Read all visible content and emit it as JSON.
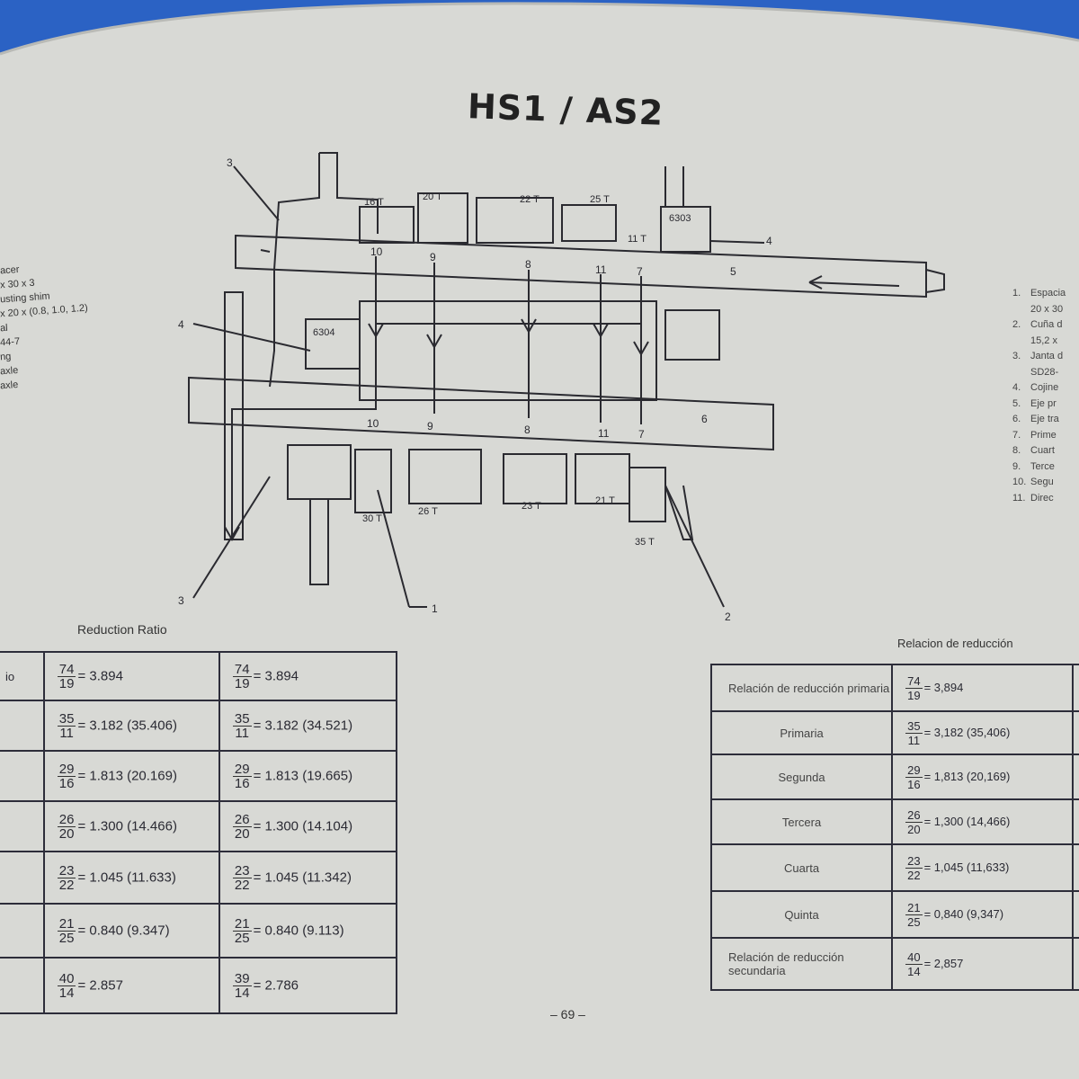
{
  "page": {
    "title": "HS1 / AS2",
    "page_number": "– 69 –"
  },
  "diagram": {
    "callouts": [
      "1",
      "2",
      "3",
      "3",
      "4",
      "4",
      "5",
      "6"
    ],
    "upper_shaft_numbers": [
      "10",
      "9",
      "8",
      "11",
      "7"
    ],
    "lower_shaft_numbers": [
      "10",
      "9",
      "8",
      "11",
      "7"
    ],
    "bearings": [
      "6303",
      "6304"
    ],
    "gear_teeth_top": [
      "16 T",
      "20 T",
      "22 T",
      "25 T",
      "11 T"
    ],
    "gear_teeth_bottom": [
      "30 T",
      "26 T",
      "23 T",
      "21 T",
      "35 T"
    ]
  },
  "left_legend": [
    "acer",
    "x 30 x 3",
    "usting shim",
    "x 20 x (0.8, 1.0, 1.2)",
    "al",
    "44-7",
    "ng",
    "axle",
    "axle"
  ],
  "right_legend": [
    {
      "num": "1.",
      "text": "Espacia"
    },
    {
      "num": "",
      "text": "20 x 30"
    },
    {
      "num": "2.",
      "text": "Cuña d"
    },
    {
      "num": "",
      "text": "15,2 x"
    },
    {
      "num": "3.",
      "text": "Janta d"
    },
    {
      "num": "",
      "text": "SD28-"
    },
    {
      "num": "4.",
      "text": "Cojine"
    },
    {
      "num": "5.",
      "text": "Eje pr"
    },
    {
      "num": "6.",
      "text": "Eje tra"
    },
    {
      "num": "7.",
      "text": "Prime"
    },
    {
      "num": "8.",
      "text": "Cuart"
    },
    {
      "num": "9.",
      "text": "Terce"
    },
    {
      "num": "10.",
      "text": "Segu"
    },
    {
      "num": "11.",
      "text": "Direc"
    }
  ],
  "reduction_en": {
    "caption": "Reduction Ratio",
    "rows": [
      {
        "label": "io",
        "a_n": "74",
        "a_d": "19",
        "a_v": "= 3.894",
        "b_n": "74",
        "b_d": "19",
        "b_v": "= 3.894"
      },
      {
        "label": "",
        "a_n": "35",
        "a_d": "11",
        "a_v": "= 3.182 (35.406)",
        "b_n": "35",
        "b_d": "11",
        "b_v": "= 3.182 (34.521)"
      },
      {
        "label": "",
        "a_n": "29",
        "a_d": "16",
        "a_v": "= 1.813 (20.169)",
        "b_n": "29",
        "b_d": "16",
        "b_v": "= 1.813 (19.665)"
      },
      {
        "label": "",
        "a_n": "26",
        "a_d": "20",
        "a_v": "= 1.300 (14.466)",
        "b_n": "26",
        "b_d": "20",
        "b_v": "= 1.300 (14.104)"
      },
      {
        "label": "",
        "a_n": "23",
        "a_d": "22",
        "a_v": "= 1.045 (11.633)",
        "b_n": "23",
        "b_d": "22",
        "b_v": "= 1.045 (11.342)"
      },
      {
        "label": "",
        "a_n": "21",
        "a_d": "25",
        "a_v": "= 0.840 (9.347)",
        "b_n": "21",
        "b_d": "25",
        "b_v": "= 0.840 (9.113)"
      },
      {
        "label": "",
        "a_n": "40",
        "a_d": "14",
        "a_v": "= 2.857",
        "b_n": "39",
        "b_d": "14",
        "b_v": "= 2.786"
      }
    ]
  },
  "reduction_es": {
    "caption": "Relacion de reducción",
    "rows": [
      {
        "label": "Relación de reducción primaria",
        "n": "74",
        "d": "19",
        "v": "= 3,894",
        "center": false
      },
      {
        "label": "Primaria",
        "n": "35",
        "d": "11",
        "v": "= 3,182 (35,406)",
        "center": true
      },
      {
        "label": "Segunda",
        "n": "29",
        "d": "16",
        "v": "= 1,813 (20,169)",
        "center": true
      },
      {
        "label": "Tercera",
        "n": "26",
        "d": "20",
        "v": "= 1,300 (14,466)",
        "center": true
      },
      {
        "label": "Cuarta",
        "n": "23",
        "d": "22",
        "v": "= 1,045 (11,633)",
        "center": true
      },
      {
        "label": "Quinta",
        "n": "21",
        "d": "25",
        "v": "= 0,840 (9,347)",
        "center": true
      },
      {
        "label": "Relación de reducción secundaria",
        "n": "40",
        "d": "14",
        "v": "= 2,857",
        "center": false
      }
    ]
  },
  "colors": {
    "background": "#2b62c4",
    "paper": "#d9dad6",
    "ink": "#2a2a33"
  }
}
